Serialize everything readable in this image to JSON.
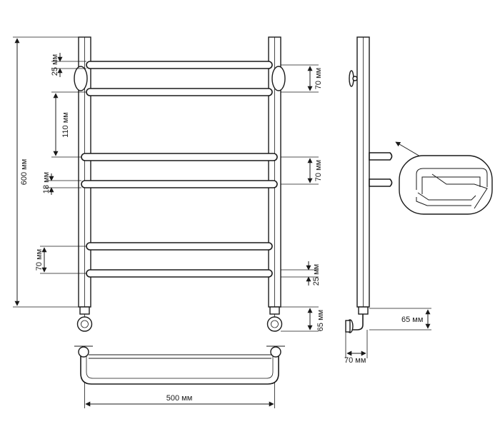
{
  "dimensions": {
    "total_height": "600 мм",
    "top_spacing": "25 мм",
    "gap_110": "110 мм",
    "rail_thickness": "18 мм",
    "lower_pair_left": "70 мм",
    "upper_pair_right": "70 мм",
    "middle_pair_right": "70 мм",
    "bottom_spacing": "25 мм",
    "connection_height": "65 мм",
    "width": "500 мм",
    "side_offset_height": "65 мм",
    "side_depth": "70 мм"
  }
}
